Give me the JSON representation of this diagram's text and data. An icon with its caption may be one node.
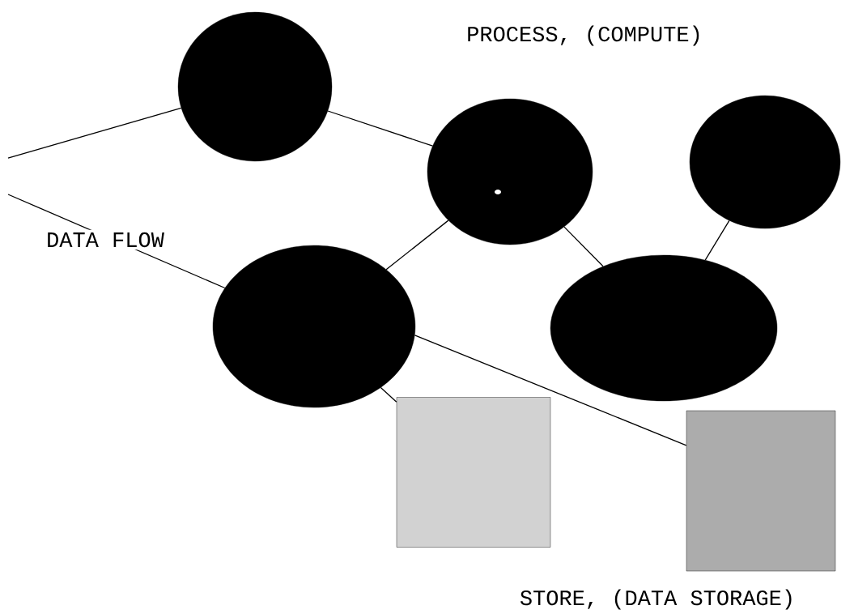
{
  "diagram": {
    "nodes": [
      {
        "text": [],
        "shape": "circle"
      },
      {
        "text": [],
        "shape": "circle"
      },
      {
        "text": [],
        "shape": "circle"
      },
      {
        "text": [],
        "shape": "circle"
      },
      {
        "text": [],
        "shape": "circle"
      },
      {
        "text": [],
        "shape": "box"
      },
      {
        "text": [],
        "shape": "box"
      }
    ],
    "edges": [
      {
        "from": null,
        "to": 0,
        "arrow": "none"
      },
      {
        "from": 0,
        "to": 1,
        "arrow": "none"
      },
      {
        "from": null,
        "to": 3,
        "arrow": "none"
      },
      {
        "from": 1,
        "to": 3,
        "arrow": "none"
      },
      {
        "from": 1,
        "to": 4,
        "arrow": "none"
      },
      {
        "from": 2,
        "to": 4,
        "arrow": "none"
      },
      {
        "from": 3,
        "to": 6,
        "arrow": "none"
      },
      {
        "from": 3,
        "to": 5,
        "arrow": "none"
      }
    ],
    "labels": [
      "PROCESS, (COMPUTE)",
      "DATA FLOW",
      "STORE, (DATA STORAGE)"
    ]
  }
}
